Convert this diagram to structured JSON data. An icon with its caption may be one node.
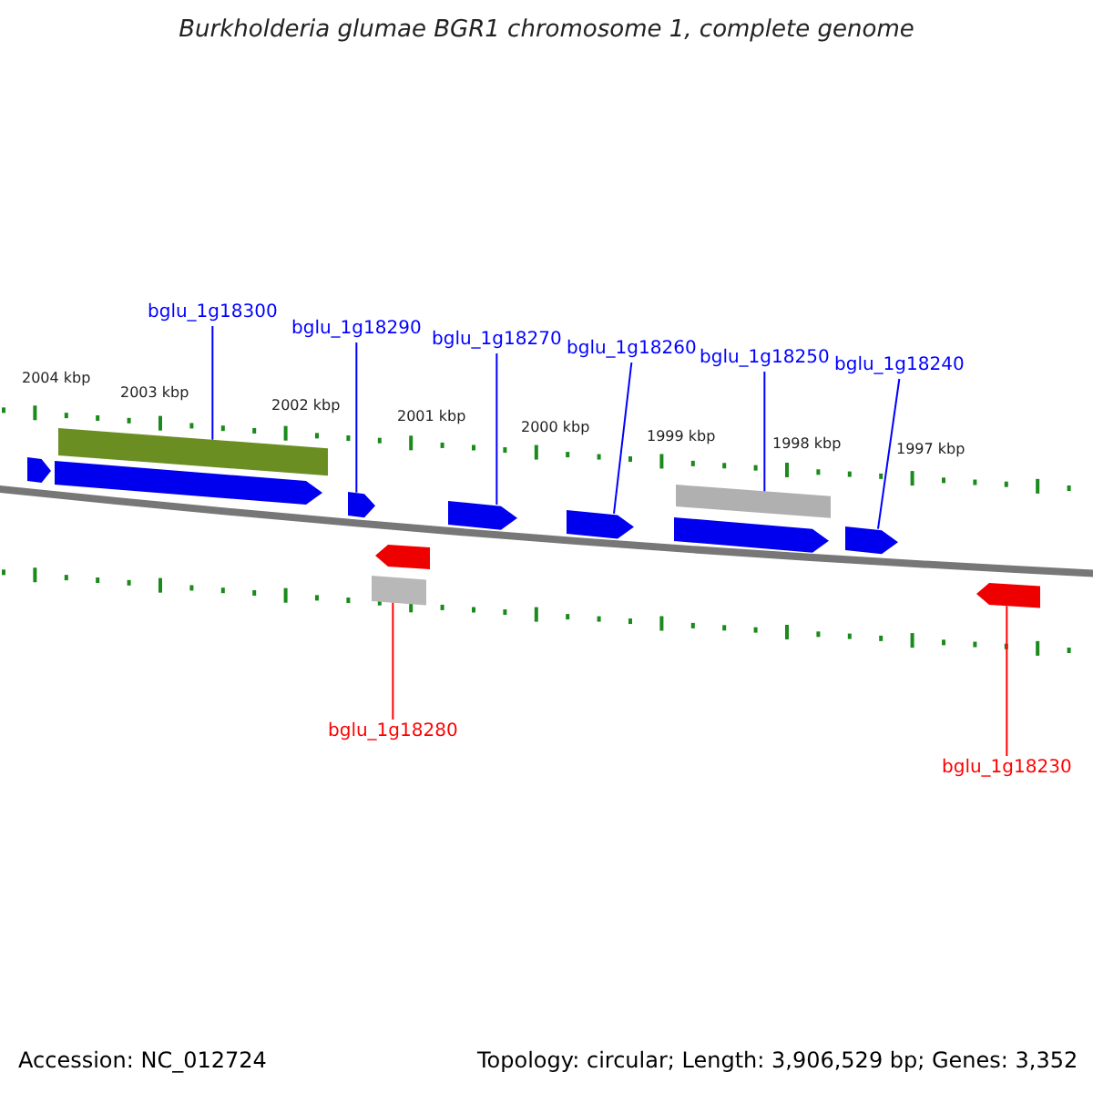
{
  "diagram": {
    "title": "Burkholderia glumae BGR1 chromosome 1, complete genome",
    "nodes": [
      {
        "text": [
          "bglu_1g18300"
        ]
      },
      {
        "text": [
          "bglu_1g18290"
        ]
      },
      {
        "text": [
          "bglu_1g18270"
        ]
      },
      {
        "text": [
          "bglu_1g18260"
        ]
      },
      {
        "text": [
          "bglu_1g18250"
        ]
      },
      {
        "text": [
          "bglu_1g18240"
        ]
      },
      {
        "text": [
          "bglu_1g18280"
        ]
      },
      {
        "text": [
          "bglu_1g18230"
        ]
      },
      {
        "text": [],
        "shape": "pentagon"
      },
      {
        "text": [],
        "shape": "pentagon"
      },
      {
        "text": [],
        "shape": "bar"
      },
      {
        "text": [],
        "shape": "pentagon"
      },
      {
        "text": [],
        "shape": "bar"
      },
      {
        "text": [],
        "shape": "pentagon"
      },
      {
        "text": [],
        "shape": "pentagon"
      },
      {
        "text": [],
        "shape": "pentagon"
      },
      {
        "text": [],
        "shape": "pentagon"
      },
      {
        "text": [],
        "shape": "bar"
      },
      {
        "text": [],
        "shape": "pentagon"
      },
      {
        "text": [],
        "shape": "pentagon"
      }
    ],
    "edges": [
      {
        "from": 0,
        "to": 10,
        "arrow": "none"
      },
      {
        "from": 1,
        "to": 11,
        "arrow": "none"
      },
      {
        "from": 2,
        "to": 14,
        "arrow": "none"
      },
      {
        "from": 3,
        "to": 15,
        "arrow": "none"
      },
      {
        "from": 4,
        "to": 17,
        "arrow": "none"
      },
      {
        "from": 5,
        "to": 18,
        "arrow": "none"
      },
      {
        "from": 6,
        "to": 12,
        "arrow": "none",
        "color": "#ff0000"
      },
      {
        "from": 7,
        "to": 19,
        "arrow": "none",
        "color": "#ff0000"
      }
    ],
    "labels": [
      "2004 kbp",
      "2003 kbp",
      "2002 kbp",
      "2001 kbp",
      "2000 kbp",
      "1999 kbp",
      "1998 kbp",
      "1997 kbp",
      "Accession: NC_012724",
      "Topology: circular; Length: 3,906,529 bp; Genes: 3,352"
    ]
  }
}
